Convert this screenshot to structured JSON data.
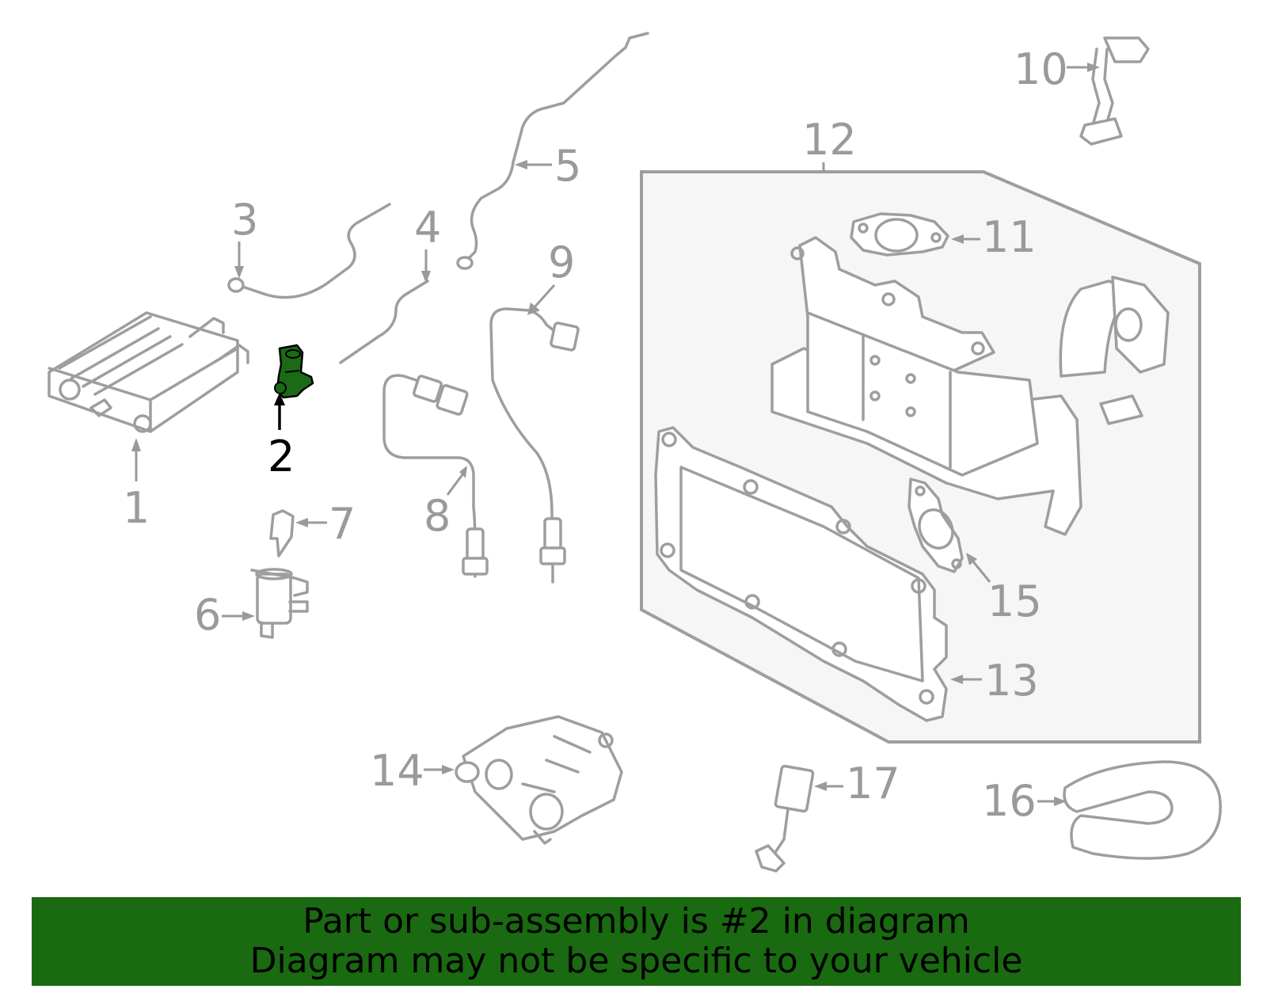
{
  "colors": {
    "banner": "#196a10",
    "highlight_part": "#1b6b16",
    "part_outline": "#9e9e9e",
    "callout_text": "#9a9a9a",
    "panel_fill": "#f6f6f6"
  },
  "callouts": [
    {
      "id": "1",
      "label": "1"
    },
    {
      "id": "2",
      "label": "2",
      "highlighted": true
    },
    {
      "id": "3",
      "label": "3"
    },
    {
      "id": "4",
      "label": "4"
    },
    {
      "id": "5",
      "label": "5"
    },
    {
      "id": "6",
      "label": "6"
    },
    {
      "id": "7",
      "label": "7"
    },
    {
      "id": "8",
      "label": "8"
    },
    {
      "id": "9",
      "label": "9"
    },
    {
      "id": "10",
      "label": "10"
    },
    {
      "id": "11",
      "label": "11"
    },
    {
      "id": "12",
      "label": "12"
    },
    {
      "id": "13",
      "label": "13"
    },
    {
      "id": "14",
      "label": "14"
    },
    {
      "id": "15",
      "label": "15"
    },
    {
      "id": "16",
      "label": "16"
    },
    {
      "id": "17",
      "label": "17"
    }
  ],
  "banner": {
    "line1": "Part or sub-assembly is #2 in diagram",
    "line2": "Diagram may not be specific to your vehicle"
  }
}
